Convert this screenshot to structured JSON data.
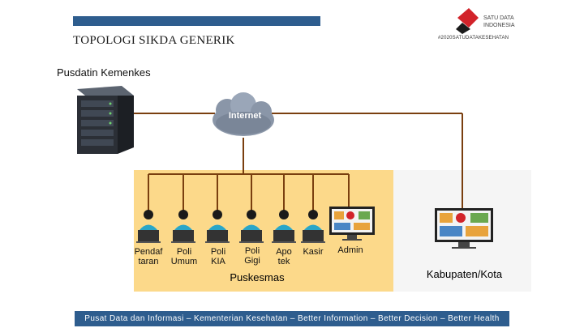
{
  "header": {
    "title": "TOPOLOGI SIKDA GENERIK",
    "hashtag": "#2020SATUDATAKESEHATAN",
    "logo_text_line1": "SATU DATA",
    "logo_text_line2": "INDONESIA"
  },
  "diagram": {
    "org_label": "Pusdatin Kemenkes",
    "internet_label": "Internet",
    "puskesmas_label": "Puskesmas",
    "kabupaten_label": "Kabupaten/Kota",
    "admin_label": "Admin",
    "workstations": [
      {
        "label": "Pendaf\ntaran"
      },
      {
        "label": "Poli\nUmum"
      },
      {
        "label": "Poli\nKIA"
      },
      {
        "label": "Poli\nGigi"
      },
      {
        "label": "Apo\ntek"
      },
      {
        "label": "Kasir"
      }
    ]
  },
  "footer": {
    "text": "Pusat Data dan Informasi – Kementerian Kesehatan – Better Information – Better Decision – Better Health"
  },
  "colors": {
    "accent_blue": "#2e5d8e",
    "puskesmas_fill": "#fcd98a",
    "kabupaten_fill": "#f5f5f5",
    "connector": "#7a3f0f",
    "logo_red": "#d2232a"
  }
}
